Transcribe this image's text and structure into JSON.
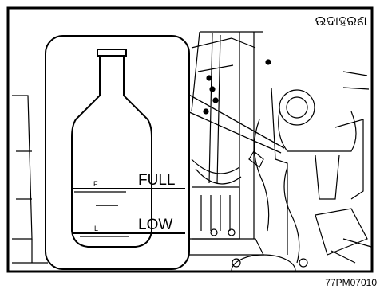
{
  "figure": {
    "title": "ଉଦାହରଣ",
    "code": "77PM07010",
    "labels": {
      "full": "FULL",
      "low": "LOW",
      "tank_f": "F",
      "tank_l": "L"
    },
    "colors": {
      "line": "#000000",
      "background": "#ffffff"
    }
  }
}
